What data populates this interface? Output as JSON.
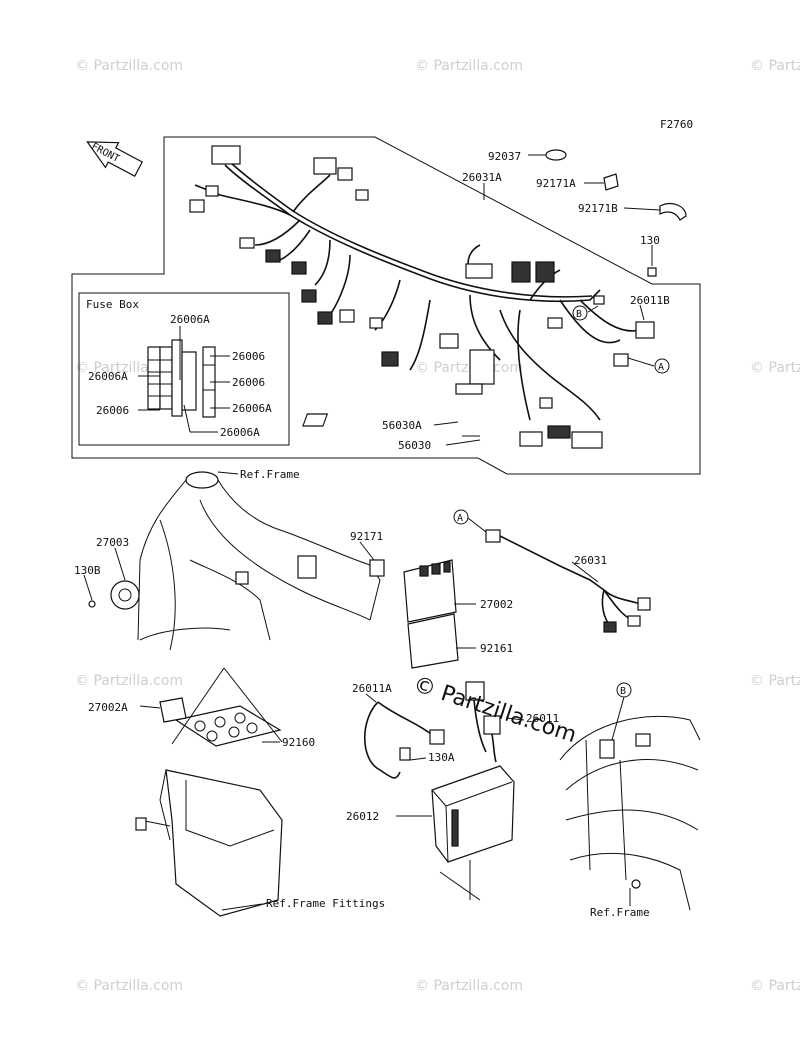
{
  "figure_code": "F2760",
  "front_label": "FRONT",
  "fuse_box_title": "Fuse Box",
  "callout_a": "A",
  "callout_b": "B",
  "watermark": "© Partzilla.com",
  "watermark_main": "© Partzilla.com",
  "parts": {
    "p92037": "92037",
    "p26031A": "26031A",
    "p92171A": "92171A",
    "p92171B": "92171B",
    "p130": "130",
    "p26011B": "26011B",
    "p56030A": "56030A",
    "p56030": "56030",
    "fb_26006A_top": "26006A",
    "fb_26006A_left": "26006A",
    "fb_26006_left": "26006",
    "fb_26006_r1": "26006",
    "fb_26006_r2": "26006",
    "fb_26006A_r3": "26006A",
    "fb_26006A_bottom": "26006A",
    "ref_frame_1": "Ref.Frame",
    "p27003": "27003",
    "p130B": "130B",
    "p92171": "92171",
    "p27002": "27002",
    "p92161": "92161",
    "p26031": "26031",
    "p27002A": "27002A",
    "p92160": "92160",
    "p26011A": "26011A",
    "p130A": "130A",
    "p26011": "26011",
    "p26012": "26012",
    "ref_frame_fittings": "Ref.Frame Fittings",
    "ref_frame_2": "Ref.Frame"
  }
}
